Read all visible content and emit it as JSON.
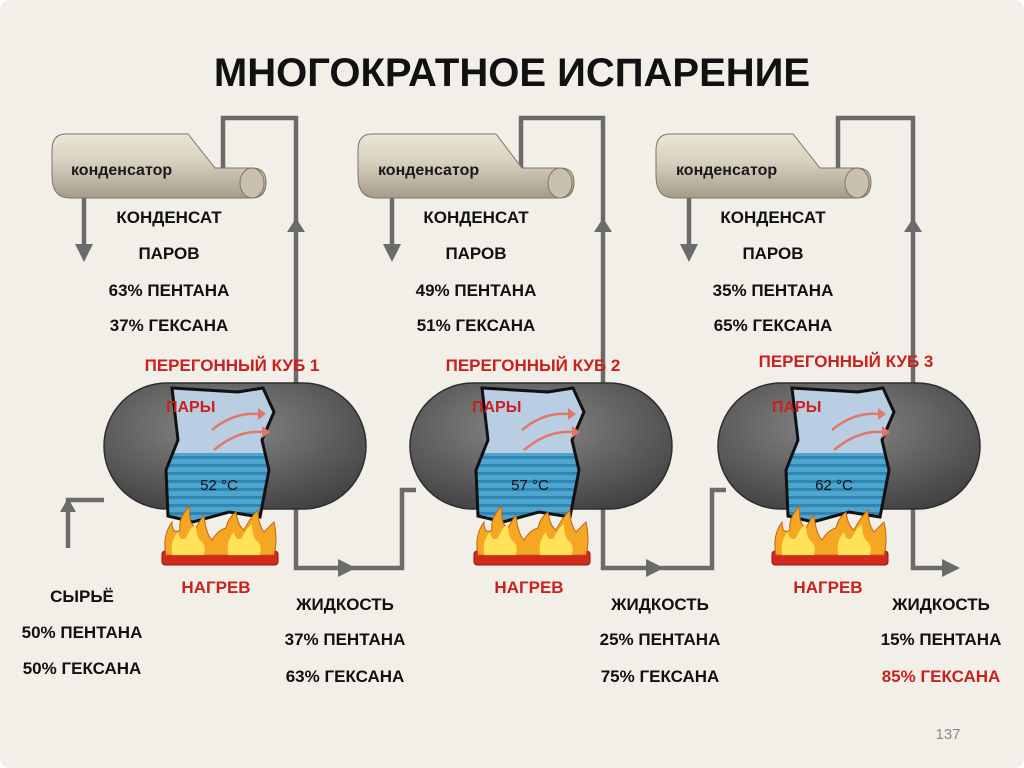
{
  "title": "МНОГОКРАТНОЕ ИСПАРЕНИЕ",
  "page_number": "137",
  "stages": [
    {
      "condenser_label": "конденсатор",
      "condensate": [
        "КОНДЕНСАТ",
        "ПАРОВ",
        "63% ПЕНТАНА",
        "37% ГЕКСАНА"
      ],
      "still_label": "ПЕРЕГОННЫЙ КУБ 1",
      "vapor_label": "ПАРЫ",
      "temperature": "52 °C",
      "heat_label": "НАГРЕВ",
      "liquid": [
        "ЖИДКОСТЬ",
        "37% ПЕНТАНА",
        "63% ГЕКСАНА"
      ]
    },
    {
      "condenser_label": "конденсатор",
      "condensate": [
        "КОНДЕНСАТ",
        "ПАРОВ",
        "49% ПЕНТАНА",
        "51% ГЕКСАНА"
      ],
      "still_label": "ПЕРЕГОННЫЙ КУБ 2",
      "vapor_label": "ПАРЫ",
      "temperature": "57 °C",
      "heat_label": "НАГРЕВ",
      "liquid": [
        "ЖИДКОСТЬ",
        "25% ПЕНТАНА",
        "75% ГЕКСАНА"
      ]
    },
    {
      "condenser_label": "конденсатор",
      "condensate": [
        "КОНДЕНСАТ",
        "ПАРОВ",
        "35% ПЕНТАНА",
        "65% ГЕКСАНА"
      ],
      "still_label": "ПЕРЕГОННЫЙ КУБ 3",
      "vapor_label": "ПАРЫ",
      "temperature": "62 °C",
      "heat_label": "НАГРЕВ",
      "liquid": [
        "ЖИДКОСТЬ",
        "15% ПЕНТАНА",
        "85% ГЕКСАНА"
      ]
    }
  ],
  "feed": [
    "СЫРЬЁ",
    "50% ПЕНТАНА",
    "50% ГЕКСАНА"
  ],
  "colors": {
    "accent_red": "#c9211e",
    "pipe": "#6b6b6b",
    "vapor": "#b9cde3",
    "liquid": "#4ea6cf"
  }
}
